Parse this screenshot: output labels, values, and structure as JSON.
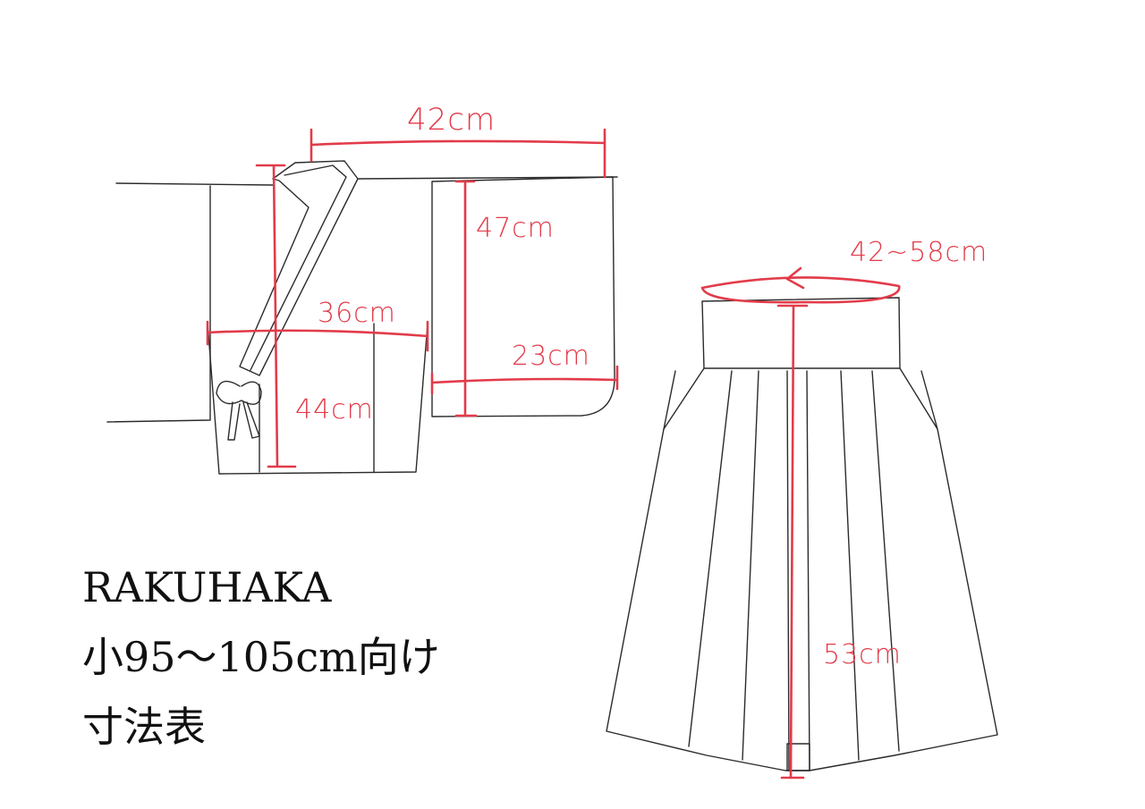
{
  "title": {
    "name": "RAKUHAKA",
    "size": "小95〜105cm向け",
    "caption": "寸法表"
  },
  "measurements": {
    "top_width": "42cm",
    "sleeve_length": "47cm",
    "body_width": "36cm",
    "cuff_width": "23cm",
    "body_length": "44cm",
    "waist": "42~58cm",
    "hakama_length": "53cm"
  },
  "colors": {
    "measure": "#e23b4a",
    "sketch": "#2b2b2b",
    "text": "#111111",
    "background": "#ffffff"
  }
}
